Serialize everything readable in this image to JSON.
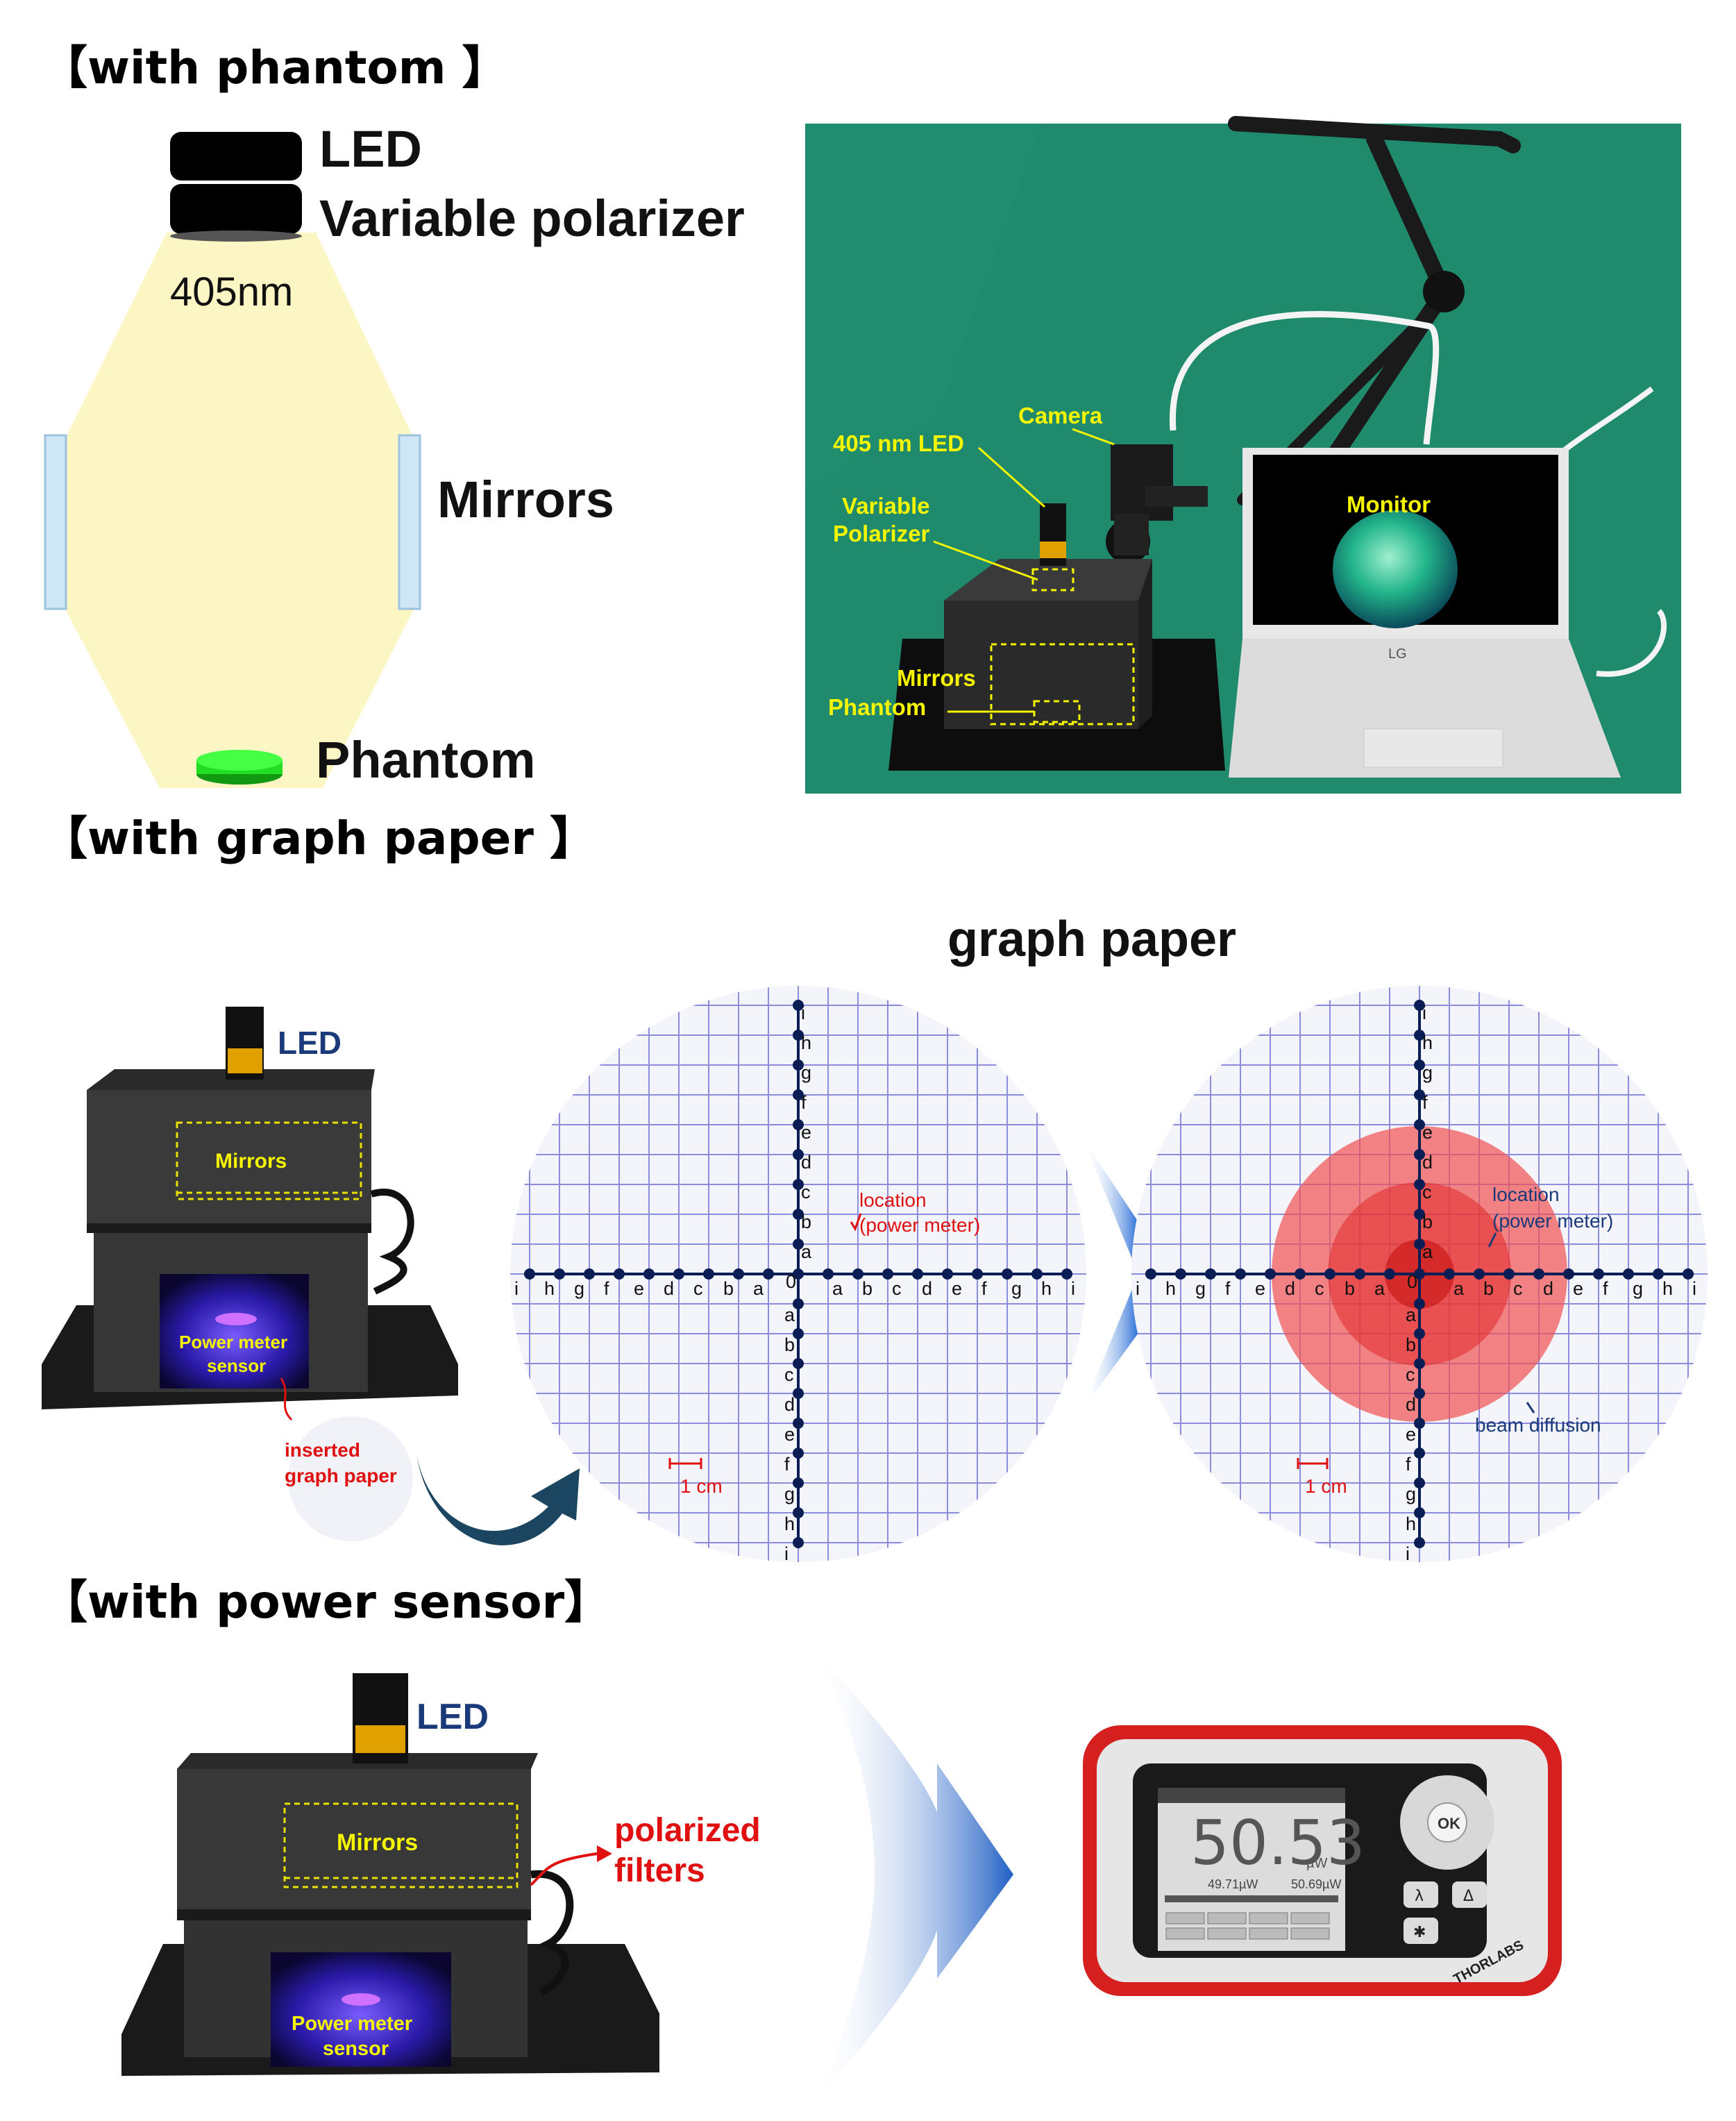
{
  "sections": {
    "phantom_title": "【with phantom 】",
    "graph_title": "【with graph paper 】",
    "power_title": "【with power sensor】"
  },
  "schematic": {
    "led": "LED",
    "polarizer": "Variable polarizer",
    "wavelength": "405nm",
    "mirrors": "Mirrors",
    "phantom": "Phantom"
  },
  "photo": {
    "camera": "Camera",
    "led": "405 nm LED",
    "polarizer_line1": "Variable",
    "polarizer_line2": "Polarizer",
    "monitor": "Monitor",
    "mirrors": "Mirrors",
    "phantom": "Phantom",
    "laptop_brand": "LG"
  },
  "graph_setup": {
    "led": "LED",
    "mirrors": "Mirrors",
    "sensor_line1": "Power meter",
    "sensor_line2": "sensor",
    "inserted_line1": "inserted",
    "inserted_line2": "graph paper"
  },
  "graph_paper": {
    "title": "graph paper",
    "origin": "0",
    "axis_letters_positive": [
      "a",
      "b",
      "c",
      "d",
      "e",
      "f",
      "g",
      "h",
      "i"
    ],
    "scale_label": "1 cm",
    "location_line1": "location",
    "location_line2": "(power meter)",
    "beam_label": "beam diffusion"
  },
  "power_setup": {
    "led": "LED",
    "mirrors": "Mirrors",
    "filters_line1": "polarized",
    "filters_line2": "filters",
    "sensor_line1": "Power meter",
    "sensor_line2": "sensor"
  },
  "meter": {
    "reading": "50.53",
    "unit": "µW",
    "sub_left": "49.71µW",
    "sub_right": "50.69µW",
    "ok": "OK",
    "lambda_key": "λ",
    "delta_key": "Δ",
    "brand": "THORLABS"
  },
  "colors": {
    "beam": "#fbf6c4",
    "mirror": "#cfe6f7",
    "phantom": "#22dd22",
    "annotation": "#f5f500",
    "grid": "#6a6ad0",
    "axis_dot": "#0b1d55",
    "diffusion": "#e03535",
    "label_red": "#e01010",
    "label_navy": "#1a3a7a",
    "meter_red": "#d62020"
  }
}
